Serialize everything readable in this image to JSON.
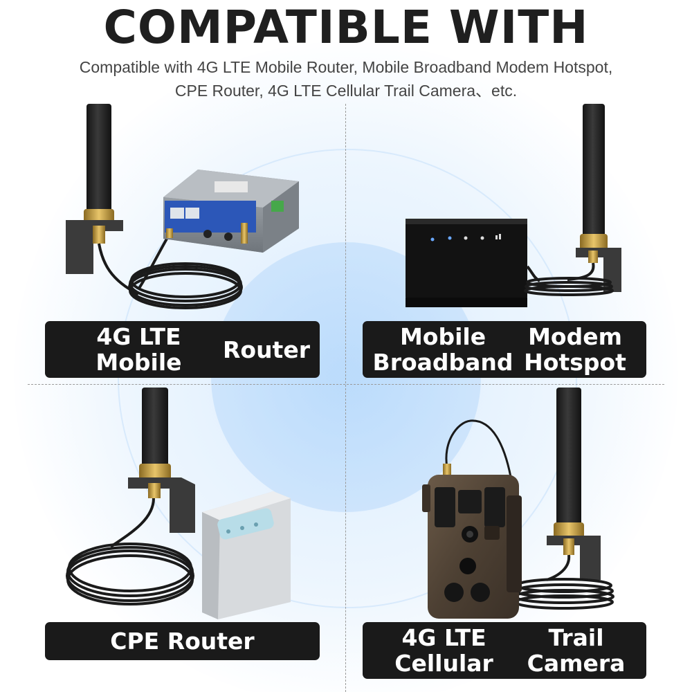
{
  "header": {
    "title": "COMPATIBLE WITH",
    "subtitle_line1": "Compatible with 4G LTE Mobile Router, Mobile Broadband Modem Hotspot,",
    "subtitle_line2": "CPE Router, 4G LTE Cellular Trail Camera、etc."
  },
  "panels": [
    {
      "label_line1": "4G LTE Mobile",
      "label_line2": "Router"
    },
    {
      "label_line1": "Mobile Broadband",
      "label_line2": "Modem Hotspot"
    },
    {
      "label_line1": "CPE Router"
    },
    {
      "label_line1": "4G LTE Cellular",
      "label_line2": "Trail Camera"
    }
  ],
  "icons": {
    "antenna": "antenna-icon",
    "router": "router-icon",
    "hotspot": "hotspot-icon",
    "cpe": "cpe-router-icon",
    "camera": "trail-camera-icon"
  },
  "colors": {
    "label_bg": "#1a1a1a",
    "label_text": "#ffffff",
    "title": "#1f1f1f",
    "glow": "#bcdcfb"
  }
}
